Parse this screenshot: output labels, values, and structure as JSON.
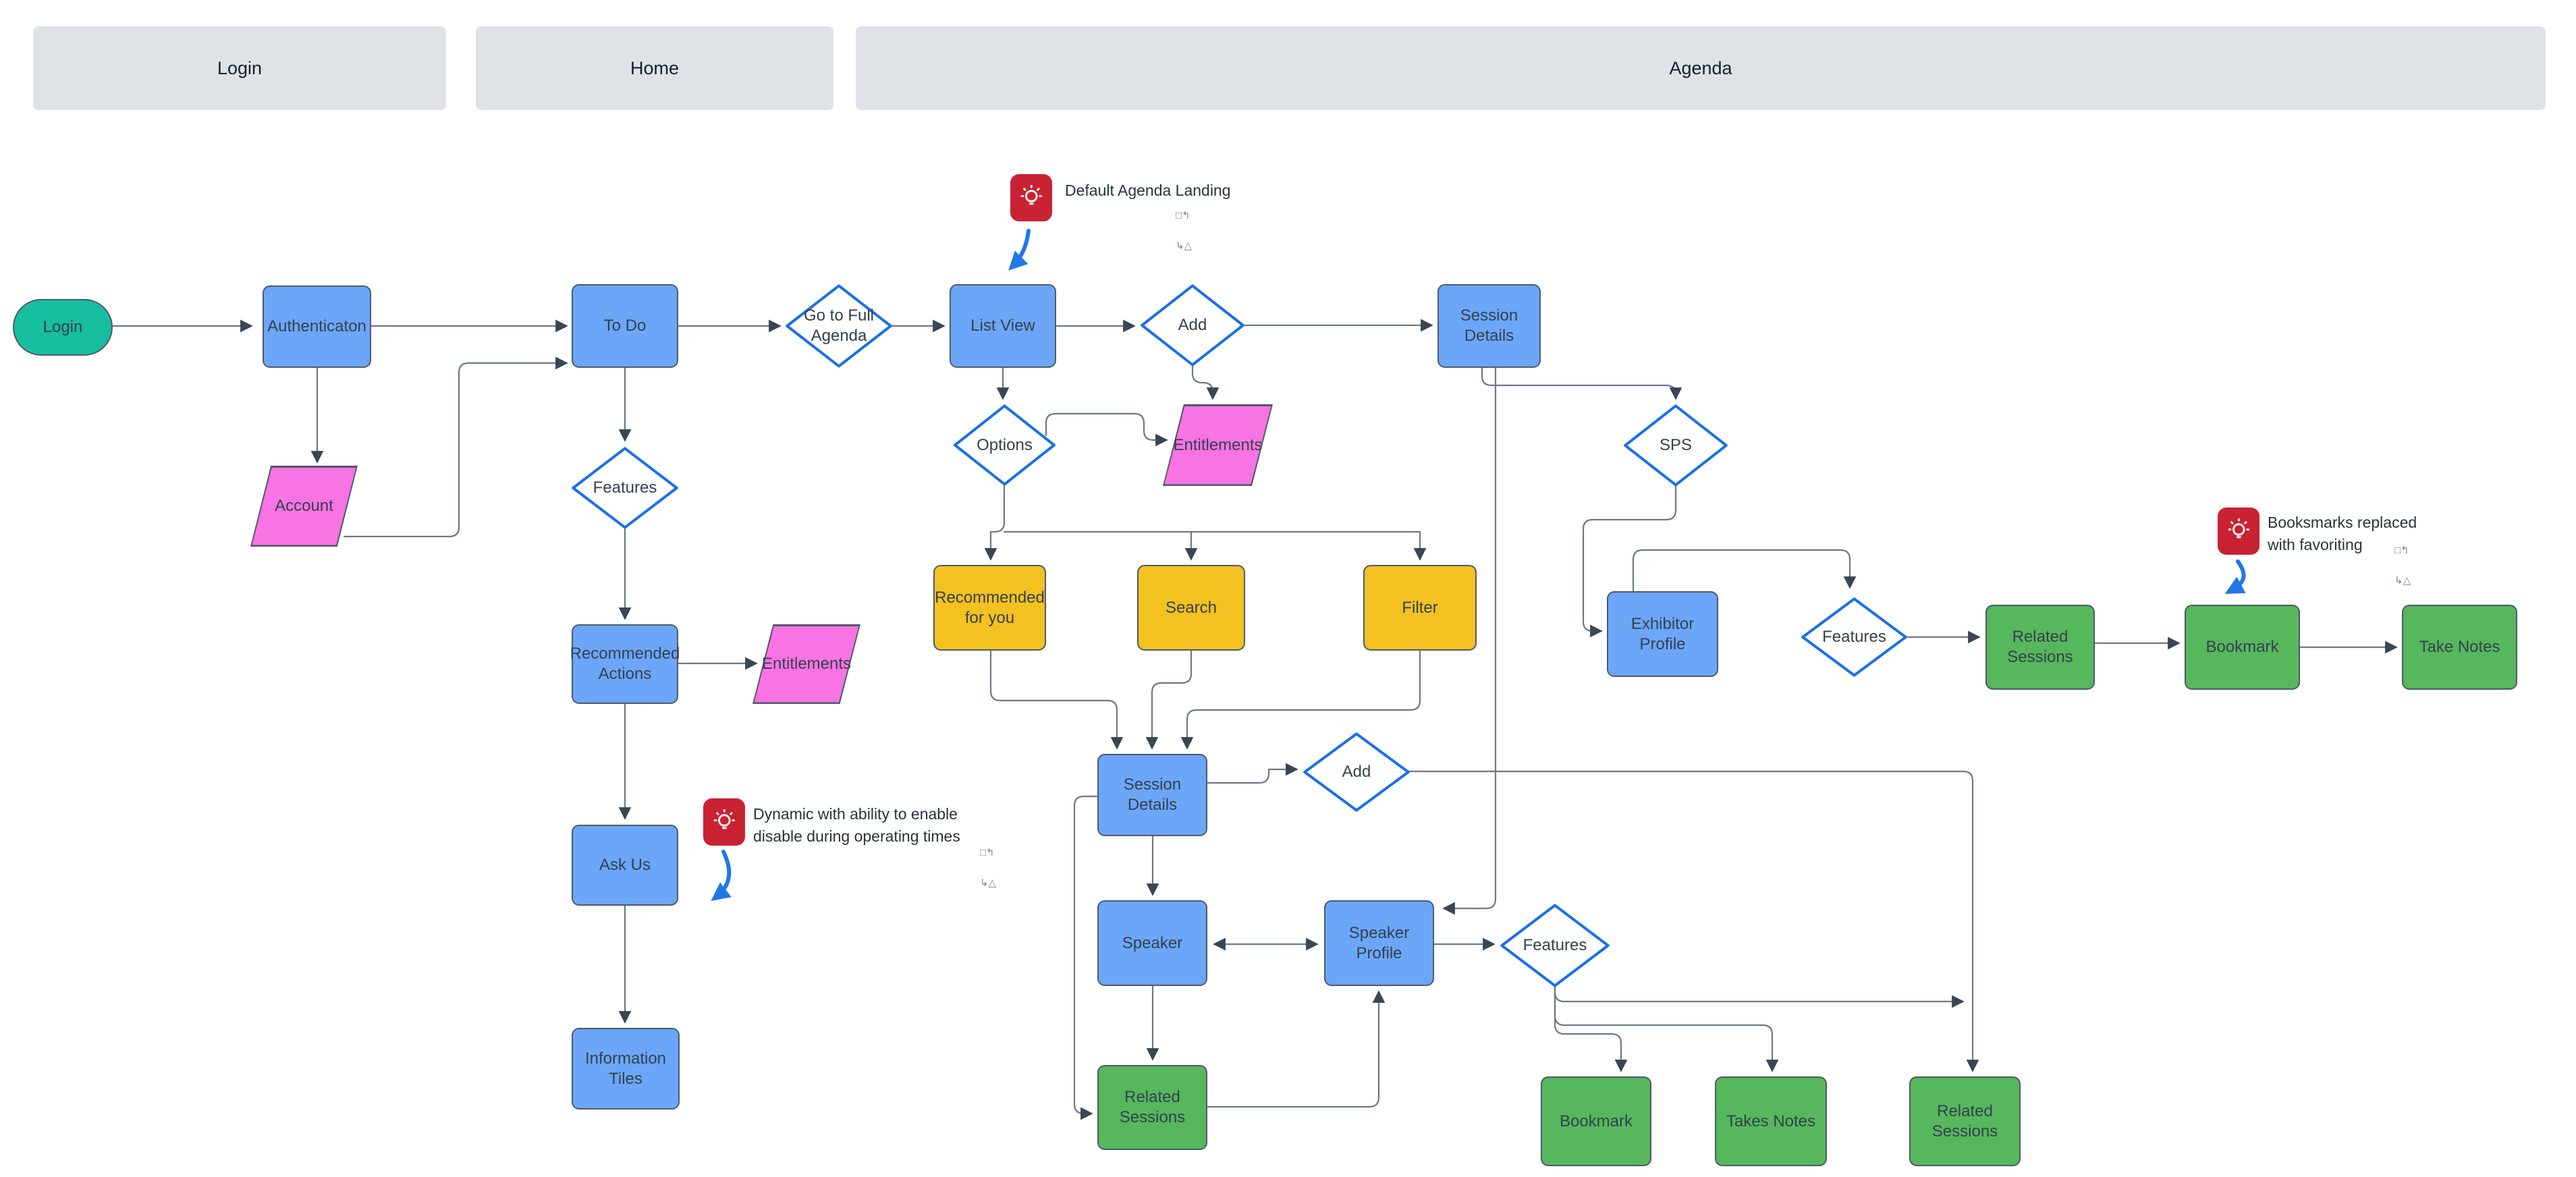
{
  "swimlanes": {
    "login": "Login",
    "home": "Home",
    "agenda": "Agenda"
  },
  "nodes": {
    "login_start": "Login",
    "authentication": "Authenticaton",
    "account": "Account",
    "to_do": "To Do",
    "features_todo": "Features",
    "recommended_actions": "Recommended Actions",
    "entitlements_actions": "Entitlements",
    "ask_us": "Ask Us",
    "information_tiles": "Information Tiles",
    "go_to_full_agenda": "Go to Full Agenda",
    "list_view": "List View",
    "options": "Options",
    "add_list": "Add",
    "entitlements_list": "Entitlements",
    "recommended_for_you": "Recommended for you",
    "search": "Search",
    "filter": "Filter",
    "session_details_top": "Session Details",
    "sps": "SPS",
    "exhibitor_profile": "Exhibitor Profile",
    "features_exhibitor": "Features",
    "related_sessions_exhibitor": "Related Sessions",
    "bookmark_exhibitor": "Bookmark",
    "take_notes_exhibitor": "Take Notes",
    "session_details_mid": "Session Details",
    "add_session": "Add",
    "speaker": "Speaker",
    "speaker_profile": "Speaker Profile",
    "features_speaker": "Features",
    "related_sessions_speaker": "Related Sessions",
    "bookmark_bottom": "Bookmark",
    "takes_notes_bottom": "Takes Notes",
    "related_sessions_bottom": "Related Sessions"
  },
  "notes": {
    "agenda_landing": "Default Agenda Landing",
    "bookmarks": "Booksmarks replaced with favoriting",
    "dynamic": "Dynamic with ability to enable disable during operating times"
  },
  "icons": {
    "lightbulb": "lightbulb-icon",
    "replace_top": "□↰",
    "replace_bottom": "↳△"
  },
  "colors": {
    "process_blue": "#6ca6f8",
    "terminator_teal": "#17bea0",
    "data_pink": "#f873e3",
    "option_yellow": "#f3c120",
    "action_green": "#57b75d",
    "diamond_stroke": "#1b6fe8",
    "note_red": "#c92233",
    "sketch_blue": "#2176e8",
    "lane_gray": "#dfe3e8",
    "edge_gray": "#6b7986"
  }
}
